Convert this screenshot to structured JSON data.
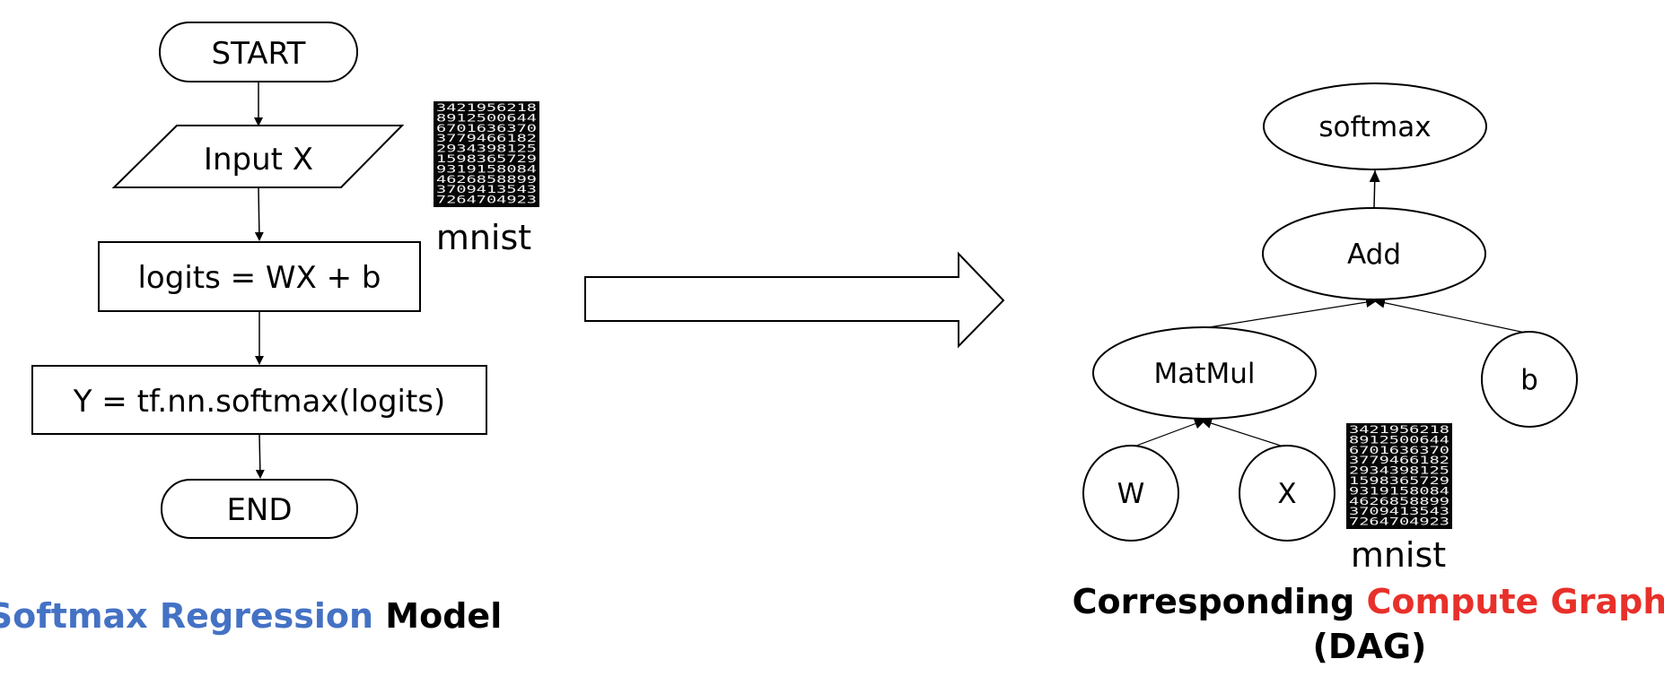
{
  "flowchart": {
    "start": "START",
    "input": "Input X",
    "logits": "logits = WX + b",
    "softmax_eq": "Y = tf.nn.softmax(logits)",
    "end": "END",
    "mnist_label": "mnist",
    "caption": {
      "part1": "Softmax Regression",
      "part2": " Model"
    }
  },
  "graph": {
    "softmax": "softmax",
    "add": "Add",
    "matmul": "MatMul",
    "b": "b",
    "w": "W",
    "x": "X",
    "mnist_label": "mnist",
    "caption": {
      "part1": "Corresponding ",
      "part2": "Compute Graph",
      "line2": "(DAG)"
    }
  },
  "colors": {
    "blue_accent": "#4472c4",
    "red_accent": "#e8302a",
    "stroke": "#000000"
  },
  "mnist_thumbnail": {
    "rows": [
      "3421956218",
      "8912500644",
      "6701636370",
      "3779466182",
      "2934398125",
      "1598365729",
      "9319158084",
      "4626858899",
      "3709413543",
      "7264704923"
    ]
  }
}
